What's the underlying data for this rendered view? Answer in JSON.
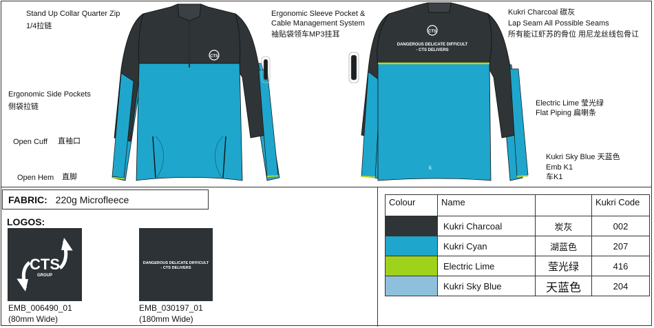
{
  "callouts": {
    "collar": [
      "Stand Up Collar Quarter Zip",
      "1/4拉链"
    ],
    "side_pockets": [
      "Ergonomic Side Pockets",
      "侧袋拉链"
    ],
    "open_cuff": "Open Cuff",
    "open_cuff_cn": "直袖口",
    "open_hem": "Open Hem",
    "open_hem_cn": "直脚",
    "sleeve_pocket": [
      "Ergonomic Sleeve Pocket &",
      "Cable Management System",
      "袖贴袋领车MP3挂耳"
    ],
    "charcoal_seam": [
      "Kukri Charcoal 碳灰",
      "Lap Seam All Possible Seams",
      "所有能讧虾苏的骨位 用尼龙丝线包骨讧"
    ],
    "lime_piping": [
      "Electric Lime 莹光绿",
      "Flat Piping 扁喇条"
    ],
    "sky_blue_emb": [
      "Kukri Sky Blue 天蓝色",
      "Emb K1",
      "车K1"
    ]
  },
  "back_print": [
    "DANGEROUS DELICATE DIFFICULT",
    "- CTS DELIVERS"
  ],
  "fabric": {
    "label": "FABRIC:",
    "value": "220g Microfleece"
  },
  "logos": {
    "title": "LOGOS:",
    "items": [
      {
        "code": "EMB_006490_01",
        "size": "(80mm Wide)",
        "brand": "CTS",
        "sub": "GROUP"
      },
      {
        "code": "EMB_030197_01",
        "size": "(180mm Wide)",
        "line1": "DANGEROUS DELICATE DIFFICULT",
        "line2": "- CTS DELIVERS"
      }
    ]
  },
  "colour_table": {
    "headers": [
      "Colour",
      "Name",
      "",
      "Kukri Code"
    ],
    "rows": [
      {
        "swatch": "#2f3437",
        "name": "Kukri Charcoal",
        "cn": "炭灰",
        "code": "002"
      },
      {
        "swatch": "#1fa6cc",
        "name": "Kukri Cyan",
        "cn": "湖蓝色",
        "code": "207"
      },
      {
        "swatch": "#9fd21a",
        "name": "Electric Lime",
        "cn": "莹光绿",
        "code": "416"
      },
      {
        "swatch": "#8ec0dc",
        "name": "Kukri Sky Blue",
        "cn": "天蓝色",
        "code": "204"
      }
    ]
  },
  "colors": {
    "charcoal": "#2f3437",
    "cyan": "#1fa6cc",
    "lime": "#b6d825",
    "sky": "#8ec0dc"
  }
}
